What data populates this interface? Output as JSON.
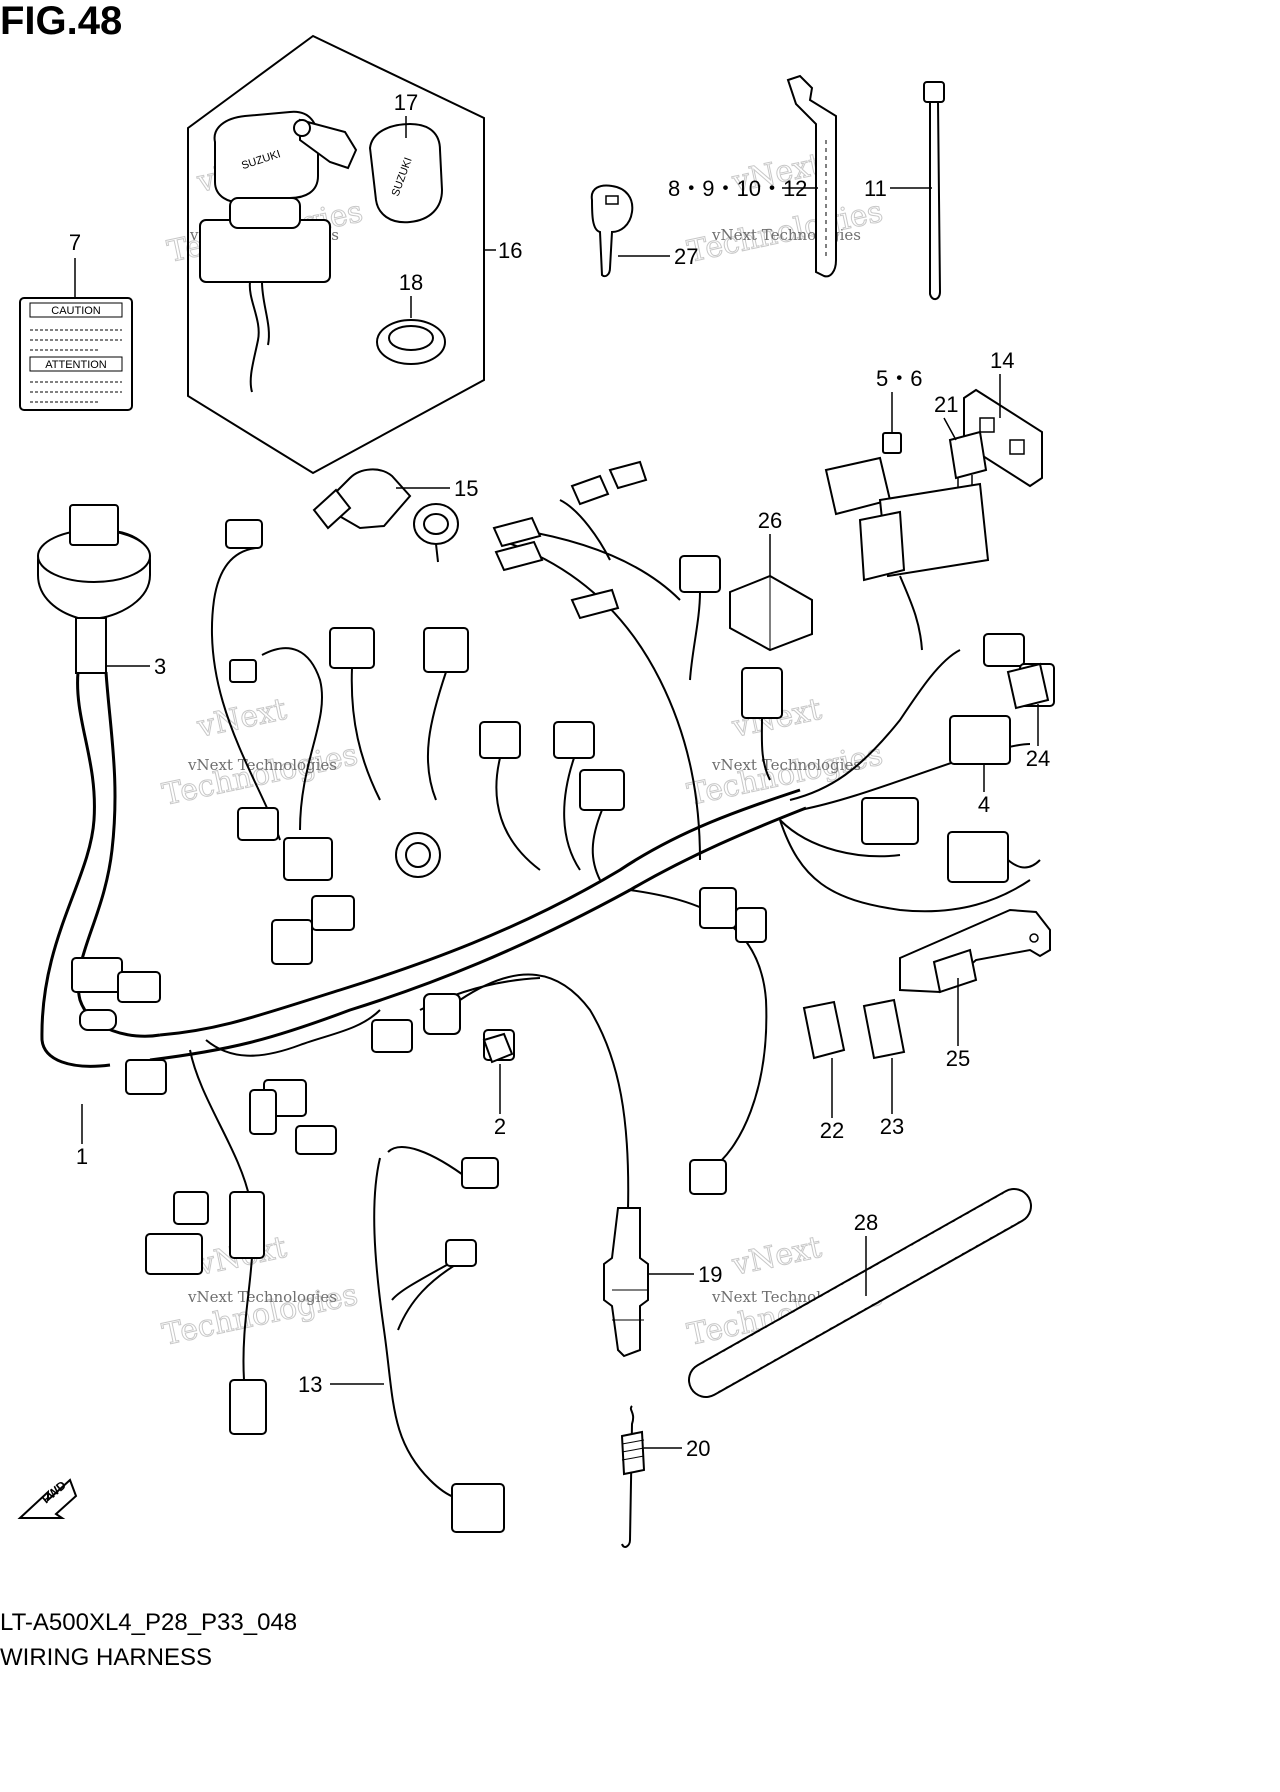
{
  "figure": {
    "title": "FIG.48",
    "code": "LT-A500XL4_P28_P33_048",
    "name": "WIRING HARNESS"
  },
  "labels": {
    "caution": "CAUTION",
    "attention": "ATTENTION",
    "brand": "SUZUKI",
    "fwd": "FWD"
  },
  "watermark": {
    "line1": "vNext Technologies",
    "line2": "vNext",
    "line3": "Technologies"
  },
  "callouts": {
    "c1": "1",
    "c2": "2",
    "c3": "3",
    "c4": "4",
    "c5_6": "5・6",
    "c7": "7",
    "c8_12": "8・9・10・12",
    "c11": "11",
    "c13": "13",
    "c14": "14",
    "c15": "15",
    "c16": "16",
    "c17": "17",
    "c18": "18",
    "c19": "19",
    "c20": "20",
    "c21": "21",
    "c22": "22",
    "c23": "23",
    "c24": "24",
    "c25": "25",
    "c26": "26",
    "c27": "27",
    "c28": "28"
  }
}
